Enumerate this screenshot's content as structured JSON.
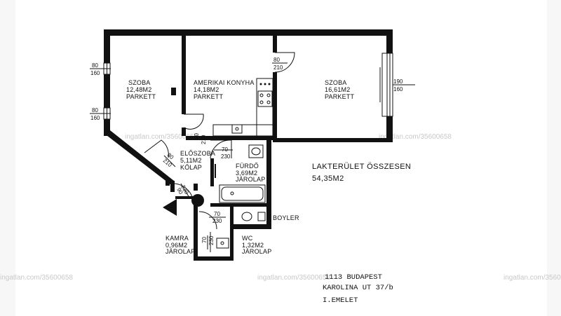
{
  "rooms": {
    "szoba1": {
      "name": "SZOBA",
      "area": "12,48M2",
      "floor": "PARKETT"
    },
    "konyha": {
      "name": "AMERIKAI KONYHA",
      "area": "14,18M2",
      "floor": "PARKETT"
    },
    "szoba2": {
      "name": "SZOBA",
      "area": "16,61M2",
      "floor": "PARKETT"
    },
    "eloszoba": {
      "name": "ELŐSZOBA",
      "area": "5,11M2",
      "floor": "KŐLAP"
    },
    "furdo": {
      "name": "FÜRDŐ",
      "area": "3,69M2",
      "floor": "JÁROLAP"
    },
    "kamra": {
      "name": "KAMRA",
      "area": "0,96M2",
      "floor": "JÁROLAP"
    },
    "wc": {
      "name": "WC",
      "area": "1,32M2",
      "floor": "JÁROLAP"
    }
  },
  "dimensions": {
    "win1": [
      "80",
      "160"
    ],
    "win2": [
      "80",
      "160"
    ],
    "win3": [
      "190",
      "160"
    ],
    "door_kitchen": [
      "80",
      "210"
    ],
    "door_szoba1": [
      "80",
      "210"
    ],
    "door_bath": [
      "70",
      "230"
    ],
    "door_eloszoba": [
      "80",
      "210"
    ],
    "door_entry": [
      "90",
      "230"
    ],
    "door_wc": [
      "70",
      "230"
    ],
    "door_kamra": [
      "70",
      "230"
    ]
  },
  "boiler_label": "BOYLER",
  "summary": {
    "label": "LAKTERÜLET ÖSSZESEN",
    "area": "54,35M2"
  },
  "address": {
    "line1": "1113 BUDAPEST",
    "line2": "KAROLINA UT 37/b",
    "line3": "I.EMELET"
  },
  "watermark": "ingatlan.com/35600658"
}
